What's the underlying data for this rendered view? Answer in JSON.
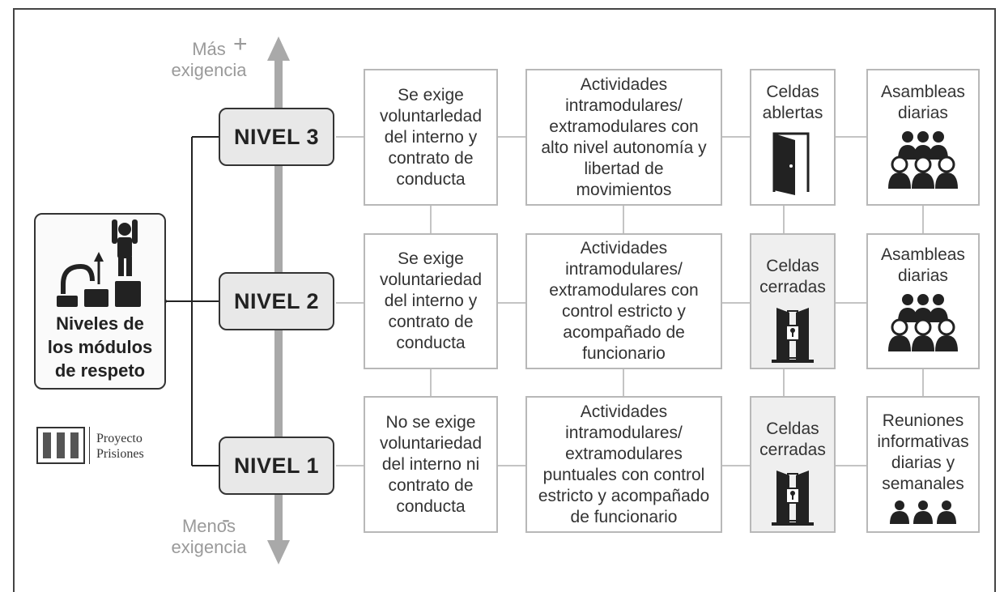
{
  "axis": {
    "top_label": "Más\nexigencia",
    "top_sign": "+",
    "bottom_label": "Menos\nexigencia",
    "bottom_sign": "-"
  },
  "main": {
    "title": "Niveles de\nlos módulos\nde respeto",
    "icon": "climbing-person-icon"
  },
  "logo": {
    "text": "Proyecto\nPrisiones",
    "icon": "prison-bars-icon"
  },
  "levels": [
    {
      "label": "NIVEL 3",
      "requirement": "Se exige\nvoluntarledad\ndel interno y\ncontrato de\nconducta",
      "activities": "Actividades\nintramodulares/\nextramodulares con\nalto nivel autonomía y\nlibertad de\nmovimientos",
      "cells": "Celdas\nablertas",
      "cells_icon": "open-door-icon",
      "meetings": "Asambleas\ndiarias",
      "meetings_icon": "assembly-group-icon"
    },
    {
      "label": "NIVEL 2",
      "requirement": "Se exige\nvoluntariedad\ndel interno y\ncontrato de\nconducta",
      "activities": "Actividades\nintramodulares/\nextramodulares con\ncontrol estricto y\nacompañado de\nfuncionario",
      "cells": "Celdas\ncerradas",
      "cells_icon": "locked-door-icon",
      "meetings": "Asambleas\ndiarias",
      "meetings_icon": "assembly-group-icon"
    },
    {
      "label": "NIVEL 1",
      "requirement": "No se exige\nvoluntariedad\ndel interno ni\ncontrato de\nconducta",
      "activities": "Actividades\nintramodulares/\nextramodulares\npuntuales con control\nestricto y acompañado\nde funcionario",
      "cells": "Celdas\ncerradas",
      "cells_icon": "locked-door-icon",
      "meetings": "Reuniones\ninformativas\ndiarias y\nsemanales",
      "meetings_icon": "three-people-icon"
    }
  ]
}
